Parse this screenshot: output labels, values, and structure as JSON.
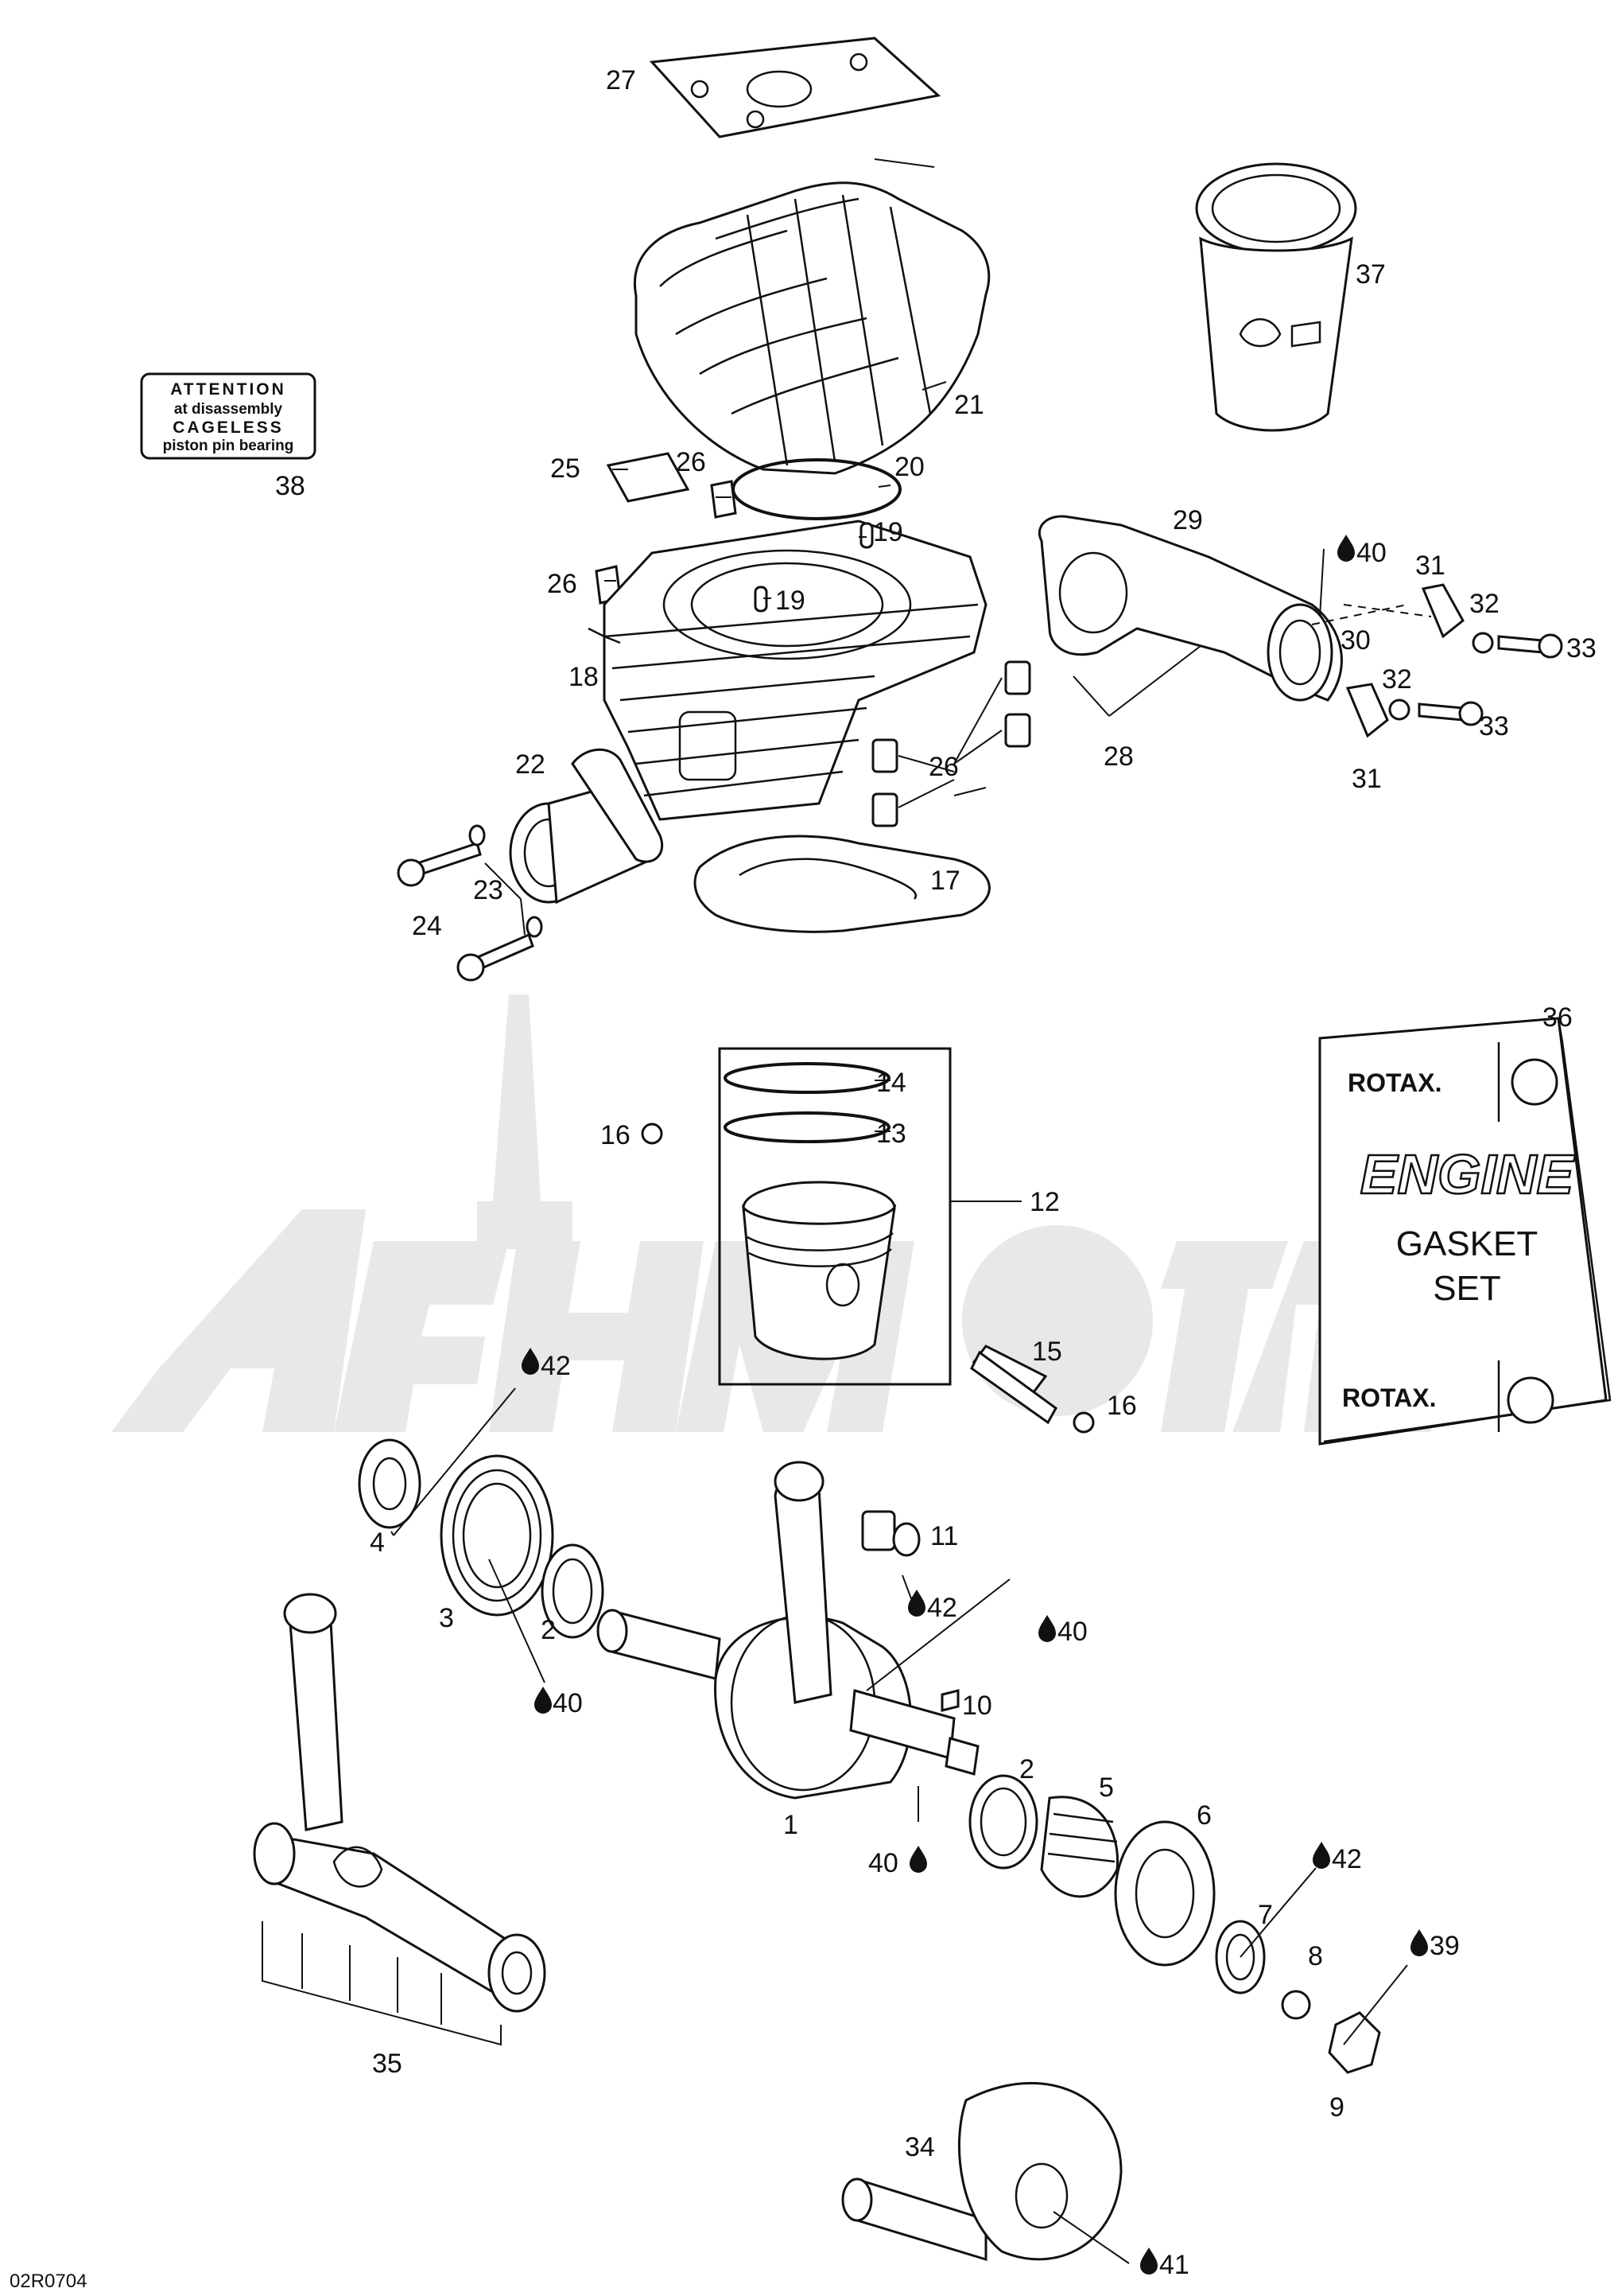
{
  "diagram_code": "02R0704",
  "attention_decal": {
    "line1": "ATTENTION",
    "line2": "at disassembly",
    "line3": "CAGELESS",
    "line4": "piston pin bearing",
    "number": "38"
  },
  "gasket_set_box": {
    "number": "36",
    "brand_top": "ROTAX.",
    "title": "ENGINE",
    "line2": "GASKET",
    "line3": "SET",
    "brand_bottom": "ROTAX."
  },
  "callouts": {
    "c1": "1",
    "c2a": "2",
    "c2b": "2",
    "c3": "3",
    "c4": "4",
    "c5": "5",
    "c6": "6",
    "c7": "7",
    "c8": "8",
    "c9": "9",
    "c10": "10",
    "c11": "11",
    "c12": "12",
    "c13": "13",
    "c14": "14",
    "c15": "15",
    "c16a": "16",
    "c16b": "16",
    "c17": "17",
    "c18": "18",
    "c19a": "19",
    "c19b": "19",
    "c20": "20",
    "c21": "21",
    "c22": "22",
    "c23": "23",
    "c24": "24",
    "c25": "25",
    "c26a": "26",
    "c26b": "26",
    "c26c": "26",
    "c27": "27",
    "c28": "28",
    "c29": "29",
    "c30": "30",
    "c31a": "31",
    "c31b": "31",
    "c32a": "32",
    "c32b": "32",
    "c33a": "33",
    "c33b": "33",
    "c34": "34",
    "c35": "35",
    "c37": "37"
  },
  "lubricant_callouts": {
    "l40a": "40",
    "l40b": "40",
    "l40c": "40",
    "l40d": "40",
    "l42a": "42",
    "l42b": "42",
    "l42c": "42",
    "l39": "39",
    "l41": "41"
  }
}
